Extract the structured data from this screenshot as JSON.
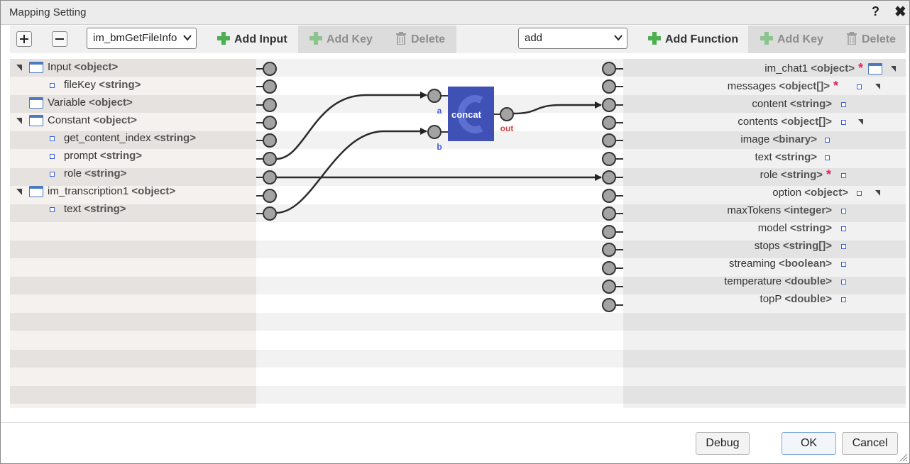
{
  "dialog": {
    "title": "Mapping Setting"
  },
  "toolbar": {
    "source_select_value": "im_bmGetFileInfo",
    "left_add_input": "Add Input",
    "left_add_key": "Add Key",
    "left_delete": "Delete",
    "function_select_value": "add",
    "right_add_function": "Add Function",
    "right_add_key": "Add Key",
    "right_delete": "Delete"
  },
  "left_tree": [
    {
      "name": "Input",
      "type": "<object>",
      "kind": "object",
      "expanded": true
    },
    {
      "name": "fileKey",
      "type": "<string>",
      "kind": "leaf"
    },
    {
      "name": "Variable",
      "type": "<object>",
      "kind": "object",
      "expanded": false
    },
    {
      "name": "Constant",
      "type": "<object>",
      "kind": "object",
      "expanded": true
    },
    {
      "name": "get_content_index",
      "type": "<string>",
      "kind": "leaf"
    },
    {
      "name": "prompt",
      "type": "<string>",
      "kind": "leaf"
    },
    {
      "name": "role",
      "type": "<string>",
      "kind": "leaf"
    },
    {
      "name": "im_transcription1",
      "type": "<object>",
      "kind": "object",
      "expanded": true
    },
    {
      "name": "text",
      "type": "<string>",
      "kind": "leaf"
    }
  ],
  "right_tree": [
    {
      "name": "im_chat1",
      "type": "<object>",
      "required": true
    },
    {
      "name": "messages",
      "type": "<object[]>",
      "required": true
    },
    {
      "name": "content",
      "type": "<string>",
      "required": false
    },
    {
      "name": "contents",
      "type": "<object[]>",
      "required": false
    },
    {
      "name": "image",
      "type": "<binary>",
      "required": false
    },
    {
      "name": "text",
      "type": "<string>",
      "required": false
    },
    {
      "name": "role",
      "type": "<string>",
      "required": true
    },
    {
      "name": "option",
      "type": "<object>",
      "required": false
    },
    {
      "name": "maxTokens",
      "type": "<integer>",
      "required": false
    },
    {
      "name": "model",
      "type": "<string>",
      "required": false
    },
    {
      "name": "stops",
      "type": "<string[]>",
      "required": false
    },
    {
      "name": "streaming",
      "type": "<boolean>",
      "required": false
    },
    {
      "name": "temperature",
      "type": "<double>",
      "required": false
    },
    {
      "name": "topP",
      "type": "<double>",
      "required": false
    }
  ],
  "function_node": {
    "label": "concat",
    "input_a": "a",
    "input_b": "b",
    "output": "out",
    "color": "#3f51b5"
  },
  "required_marker": "*",
  "footer": {
    "debug": "Debug",
    "ok": "OK",
    "cancel": "Cancel"
  },
  "colors": {
    "accent": "#3f51b5",
    "required": "#e0245e",
    "add_icon": "#4caf50"
  }
}
